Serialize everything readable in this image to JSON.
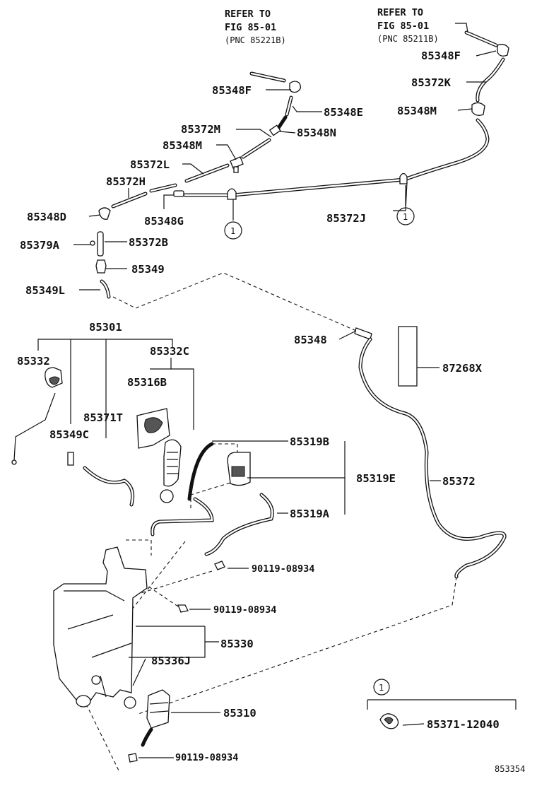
{
  "refer_top_left": {
    "line1": "REFER TO",
    "line2": "FIG 85-01",
    "line3": "(PNC 85221B)"
  },
  "refer_top_right": {
    "line1": "REFER TO",
    "line2": "FIG 85-01",
    "line3": "(PNC 85211B)"
  },
  "labels": {
    "p85348F_a": "85348F",
    "p85348F_b": "85348F",
    "p85372K": "85372K",
    "p85348M_a": "85348M",
    "p85348E": "85348E",
    "p85372M": "85372M",
    "p85348N": "85348N",
    "p85348M_b": "85348M",
    "p85372L": "85372L",
    "p85372H": "85372H",
    "p85348D": "85348D",
    "p85348G": "85348G",
    "p85372J": "85372J",
    "p85379A": "85379A",
    "p85372B": "85372B",
    "p85349": "85349",
    "p85349L": "85349L",
    "p85301": "85301",
    "p85332": "85332",
    "p85332C": "85332C",
    "p85316B": "85316B",
    "p85371T": "85371T",
    "p85349C": "85349C",
    "p85348": "85348",
    "p87268X": "87268X",
    "p85319B": "85319B",
    "p85319E": "85319E",
    "p85319A": "85319A",
    "p85372": "85372",
    "p90119_a": "90119-08934",
    "p90119_b": "90119-08934",
    "p85330": "85330",
    "p85336J": "85336J",
    "p85310": "85310",
    "p90119_c": "90119-08934",
    "p85371_12040": "85371-12040"
  },
  "callouts": {
    "c1": "1",
    "c2": "1",
    "legend": "1"
  },
  "figure_code": "853354",
  "colors": {
    "ink": "#111111",
    "paper": "#ffffff"
  }
}
